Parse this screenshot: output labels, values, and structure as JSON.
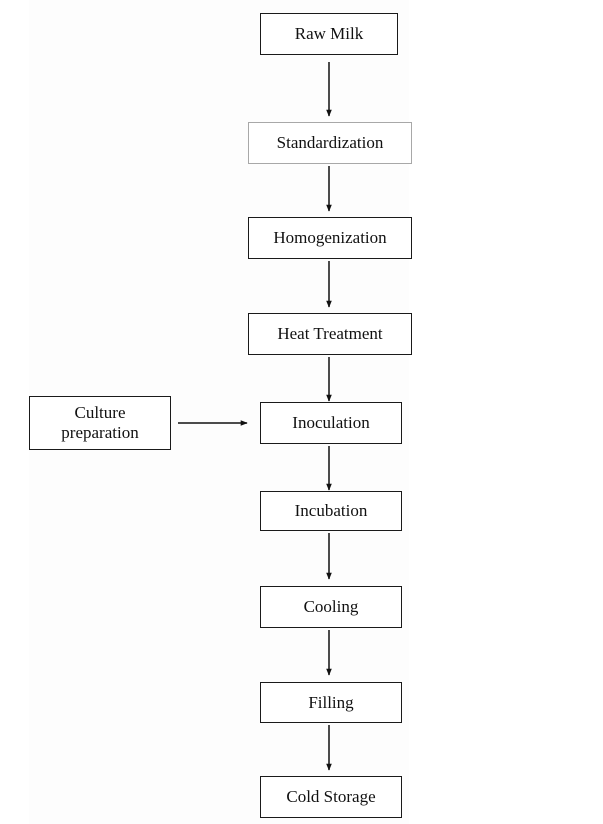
{
  "flowchart": {
    "steps": [
      {
        "id": "raw_milk",
        "label": "Raw Milk"
      },
      {
        "id": "standardization",
        "label": "Standardization"
      },
      {
        "id": "homogenization",
        "label": "Homogenization"
      },
      {
        "id": "heat_treatment",
        "label": "Heat Treatment"
      },
      {
        "id": "inoculation",
        "label": "Inoculation"
      },
      {
        "id": "incubation",
        "label": "Incubation"
      },
      {
        "id": "cooling",
        "label": "Cooling"
      },
      {
        "id": "filling",
        "label": "Filling"
      },
      {
        "id": "cold_storage",
        "label": "Cold Storage"
      }
    ],
    "side_input": {
      "id": "culture_preparation",
      "label": "Culture\npreparation",
      "feeds_into": "inoculation"
    }
  }
}
